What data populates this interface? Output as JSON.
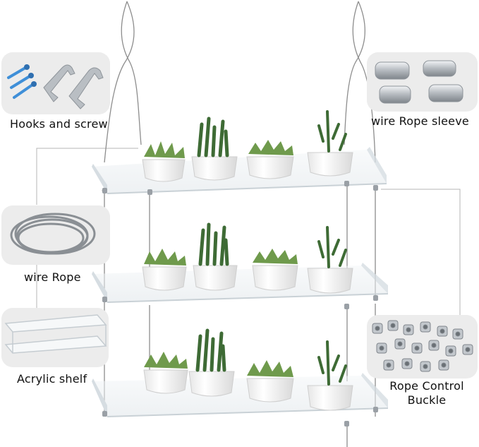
{
  "labels": {
    "hooks": "Hooks and screw",
    "sleeve": "wire Rope sleeve",
    "rope": "wire Rope",
    "shelf": "Acrylic shelf",
    "buckle_line1": "Rope Control",
    "buckle_line2": "Buckle"
  },
  "colors": {
    "background": "#ffffff",
    "thumbnail_bg": "#ececec",
    "pot": "#f4f4f4",
    "succulent": "#6f9a4c",
    "rosemary": "#3e6b35",
    "metal": "#b9bec3",
    "screw": "#3f8fd8",
    "acrylic": "#e9eef1",
    "leader_line": "#b5b5b5"
  }
}
